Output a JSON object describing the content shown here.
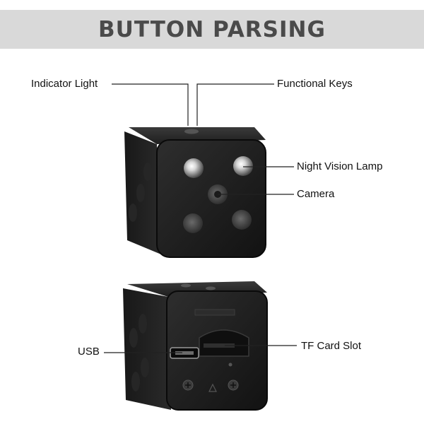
{
  "banner": {
    "title": "BUTTON PARSING"
  },
  "labels": {
    "indicator_light": "Indicator Light",
    "functional_keys": "Functional Keys",
    "night_vision_lamp": "Night Vision Lamp",
    "camera": "Camera",
    "usb": "USB",
    "tf_card_slot": "TF Card Slot"
  },
  "colors": {
    "banner_bg": "#d9d9d9",
    "banner_text": "#4a4a4a",
    "device_body": "#1c1c1c"
  }
}
